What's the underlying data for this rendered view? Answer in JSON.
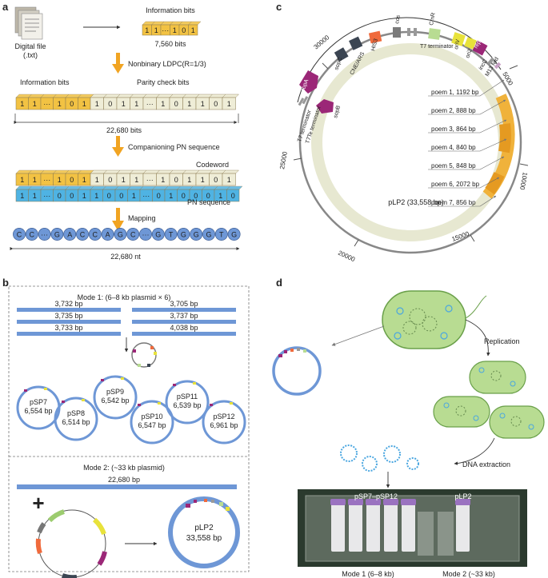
{
  "panel_a": {
    "label": "a",
    "file_label": "Digital file",
    "file_ext": "(.txt)",
    "info_bits_title": "Information bits",
    "info_bits_count": "7,560 bits",
    "info_row_cells": [
      "1",
      "1",
      "···",
      "1",
      "0",
      "1"
    ],
    "step1": "Nonbinary LDPC(R=1/3)",
    "info_bits_label": "Information bits",
    "parity_bits_label": "Parity check bits",
    "codeword_info_cells": [
      "1",
      "1",
      "···",
      "1",
      "0",
      "1"
    ],
    "codeword_parity_cells": [
      "1",
      "0",
      "1",
      "1",
      "···",
      "1",
      "0",
      "1",
      "1",
      "0",
      "1"
    ],
    "total_bits": "22,680 bits",
    "step2": "Companioning PN sequence",
    "codeword_label": "Codeword",
    "pn_cells": [
      "1",
      "1",
      "···",
      "0",
      "0",
      "1",
      "1",
      "0",
      "0",
      "1",
      "···",
      "0",
      "1",
      "0",
      "0",
      "0",
      "1",
      "0"
    ],
    "pn_label": "PN sequence",
    "step3": "Mapping",
    "nt_cells": [
      "C",
      "C",
      "···",
      "G",
      "A",
      "C",
      "C",
      "A",
      "G",
      "C",
      "···",
      "G",
      "T",
      "G",
      "G",
      "G",
      "T",
      "G"
    ],
    "total_nt": "22,680 nt"
  },
  "panel_b": {
    "label": "b",
    "mode1_title": "Mode 1: (6–8 kb plasmid × 6)",
    "fragments_left": [
      "3,732 bp",
      "3,735 bp",
      "3,733 bp"
    ],
    "fragments_right": [
      "3,705 bp",
      "3,737 bp",
      "4,038 bp"
    ],
    "plasmids": [
      {
        "name": "pSP7",
        "size": "6,554 bp"
      },
      {
        "name": "pSP8",
        "size": "6,514 bp"
      },
      {
        "name": "pSP9",
        "size": "6,542 bp"
      },
      {
        "name": "pSP10",
        "size": "6,547 bp"
      },
      {
        "name": "pSP11",
        "size": "6,539 bp"
      },
      {
        "name": "pSP12",
        "size": "6,961 bp"
      }
    ],
    "mode2_title": "Mode 2: (~33 kb plasmid)",
    "mode2_fragment": "22,680 bp",
    "plus": "+",
    "big_plasmid_name": "pLP2",
    "big_plasmid_size": "33,558 bp"
  },
  "panel_c": {
    "label": "c",
    "plasmid_label": "pLP2 (33,558 bp)",
    "ticks": [
      "5000",
      "10000",
      "15000",
      "20000",
      "25000",
      "30000"
    ],
    "features": [
      "sopC",
      "CNE/ARS",
      "HIS3",
      "cos",
      "CmR",
      "T7 terminator",
      "oriV",
      "ori2",
      "repE",
      "incC",
      "M13 fwd",
      "sopA",
      "sopB",
      "T7 terminator",
      "T7Te terminator"
    ],
    "poems": [
      "poem 1, 1192 bp",
      "poem 2, 888 bp",
      "poem 3, 864 bp",
      "poem 4, 840 bp",
      "poem 5, 848 bp",
      "poem 6, 2072 bp",
      "poem 7, 856 bp"
    ]
  },
  "panel_d": {
    "label": "d",
    "replication": "Replication",
    "extraction": "DNA extraction",
    "tube_label_1": "pSP7–pSP12",
    "tube_label_2": "pLP2",
    "mode1": "Mode 1 (6–8 kb)",
    "mode2": "Mode 2 (~33 kb)"
  },
  "colors": {
    "info_yellow": "#f2c243",
    "parity_cream": "#efedd7",
    "pn_blue": "#4fb3e3",
    "nt_blue": "#6e97d6",
    "arrow_orange": "#f1a422",
    "plasmid_blue": "#6e97d6",
    "poem_orange": "#f0b23b",
    "backbone_green": "#e7e8d1",
    "cell_green": "#b8dc92"
  }
}
